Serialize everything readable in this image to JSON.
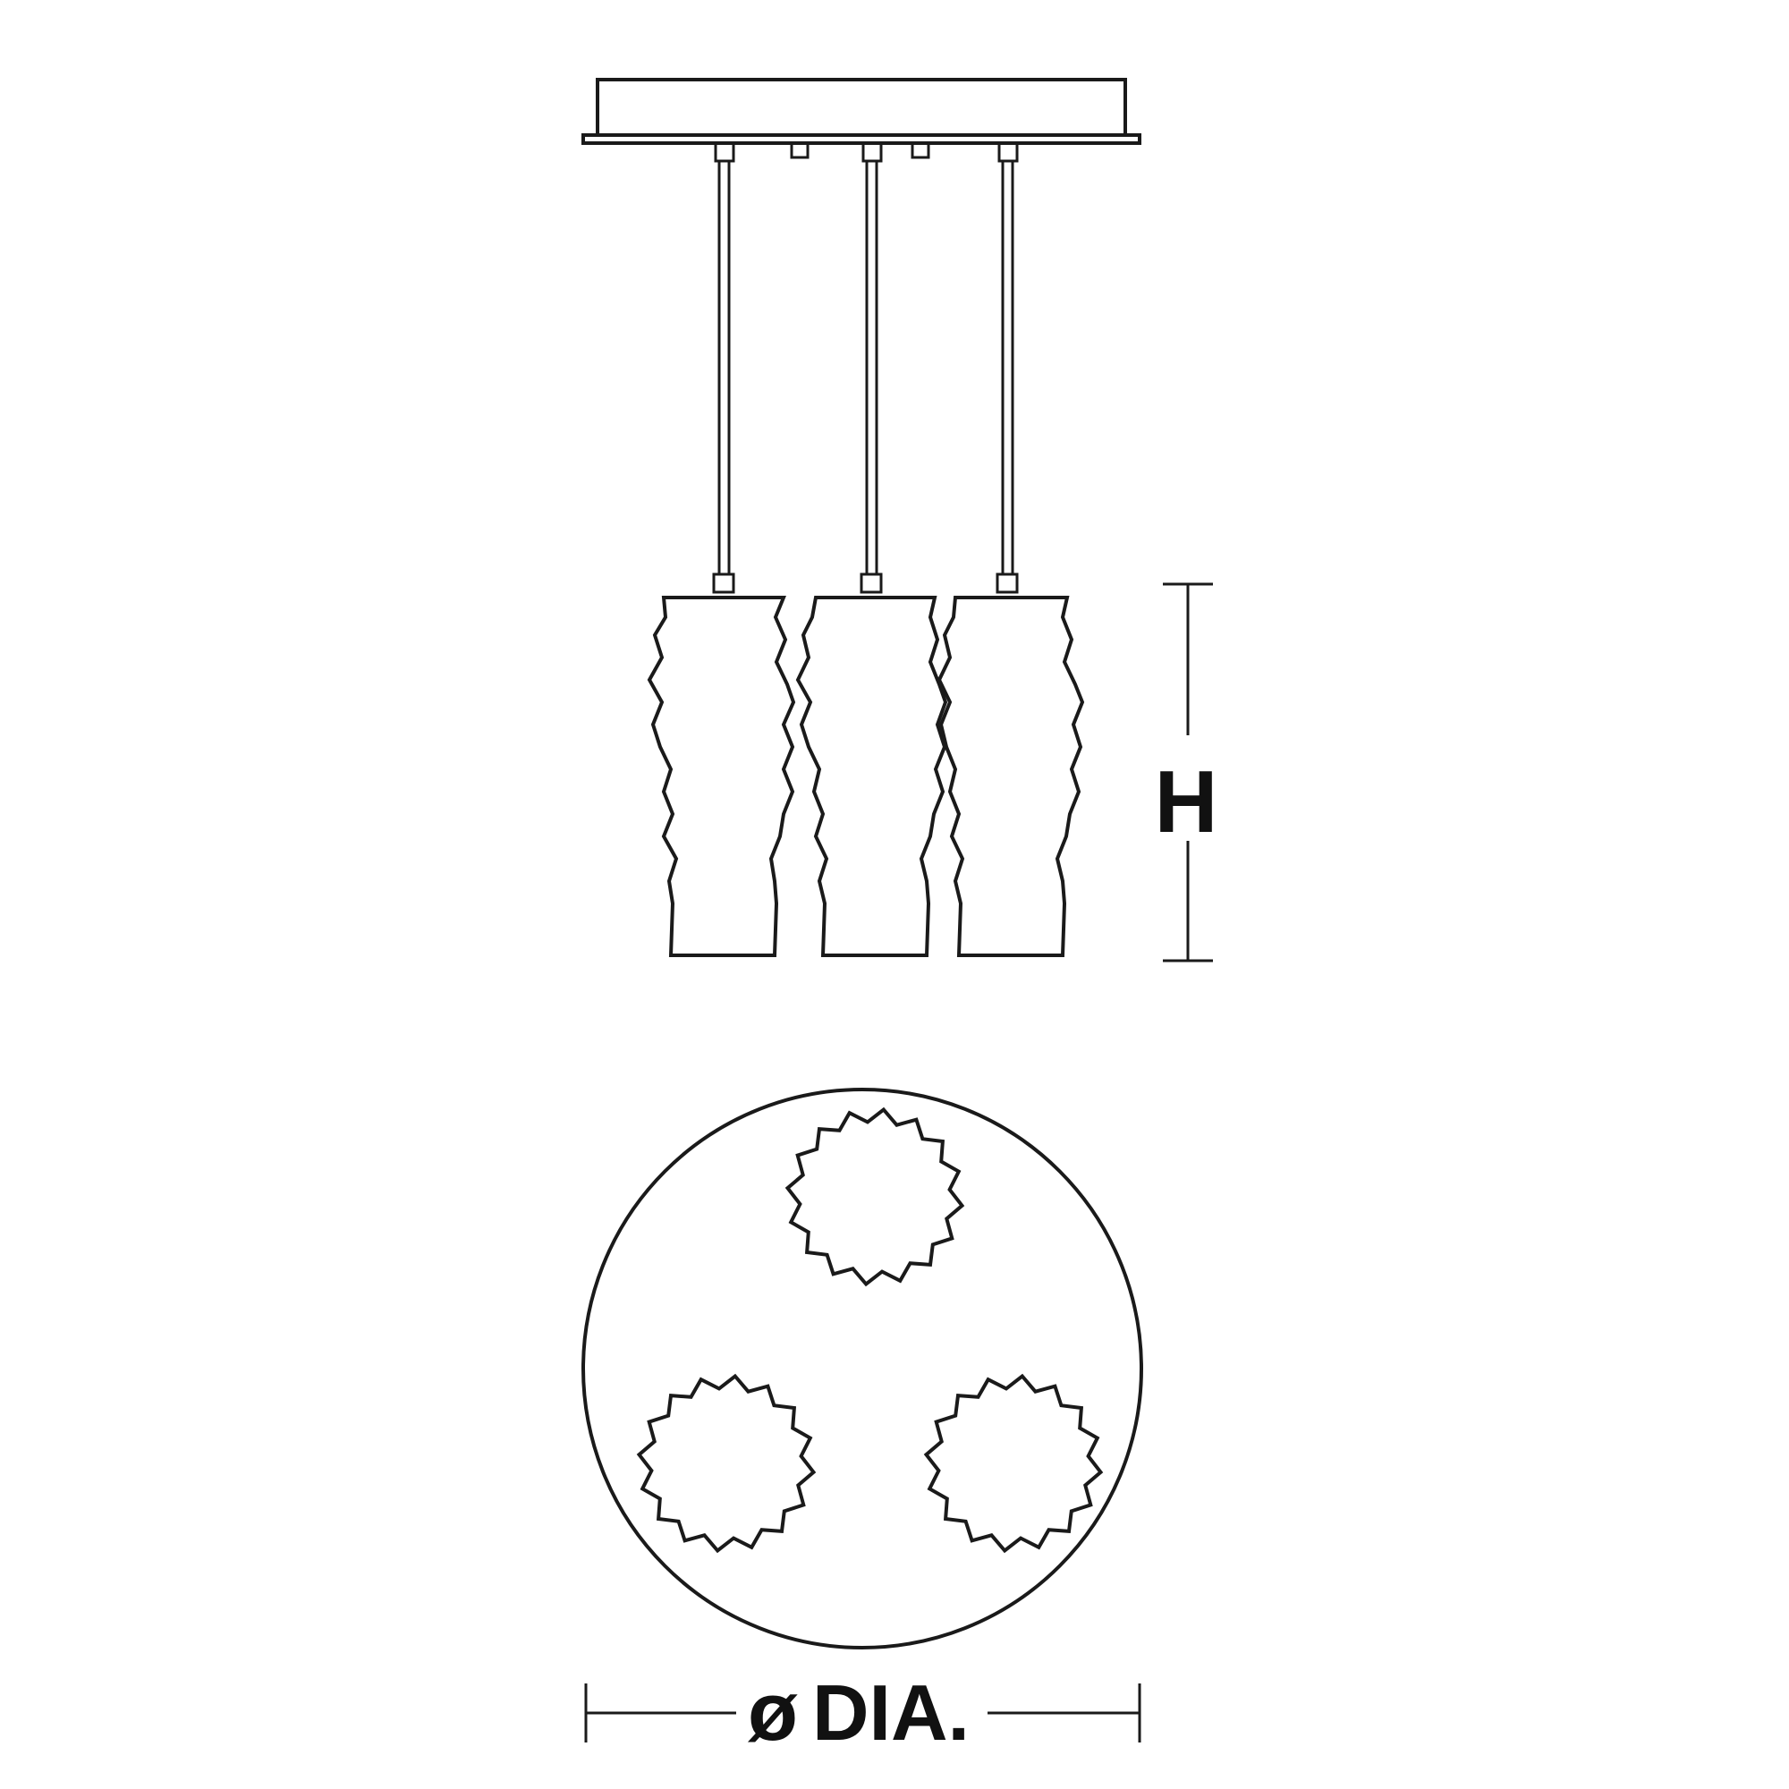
{
  "dimensions": {
    "height_label": "H",
    "diameter_symbol": "ø",
    "diameter_label": "DIA."
  },
  "colors": {
    "line": "#1a1a1a",
    "background": "#ffffff"
  }
}
